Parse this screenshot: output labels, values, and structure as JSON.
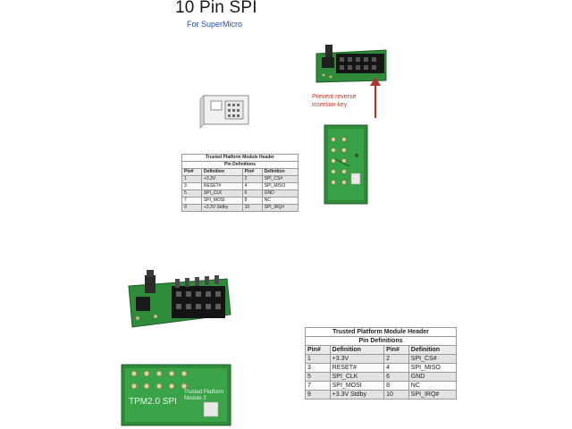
{
  "header": {
    "title": "10 Pin SPI",
    "subtitle": "For SuperMicro"
  },
  "annotation": {
    "line1": "Prevent reverse",
    "line2": "insertion key"
  },
  "board_silkscreen": {
    "label1": "TPM2.0 SPI",
    "label2": "Trusted Platform",
    "label3": "Module 2"
  },
  "pin_table": {
    "caption1": "Trusted Platform Module Header",
    "caption2": "Pin Definitions",
    "headers": [
      "Pin#",
      "Definition",
      "Pin#",
      "Definition"
    ],
    "rows": [
      [
        "1",
        "+3.3V",
        "2",
        "SPI_CS#"
      ],
      [
        "3",
        "RESET#",
        "4",
        "SPI_MISO"
      ],
      [
        "5",
        "SPI_CLK",
        "6",
        "GND"
      ],
      [
        "7",
        "SPI_MOSI",
        "8",
        "NC"
      ],
      [
        "9",
        "+3.3V Stdby",
        "10",
        "SPI_IRQ#"
      ]
    ]
  },
  "colors": {
    "pcb": "#2e8b3a",
    "pin_header": "#1c1c1c",
    "arrow": "#b5322a",
    "subtitle": "#1f4fb0"
  }
}
